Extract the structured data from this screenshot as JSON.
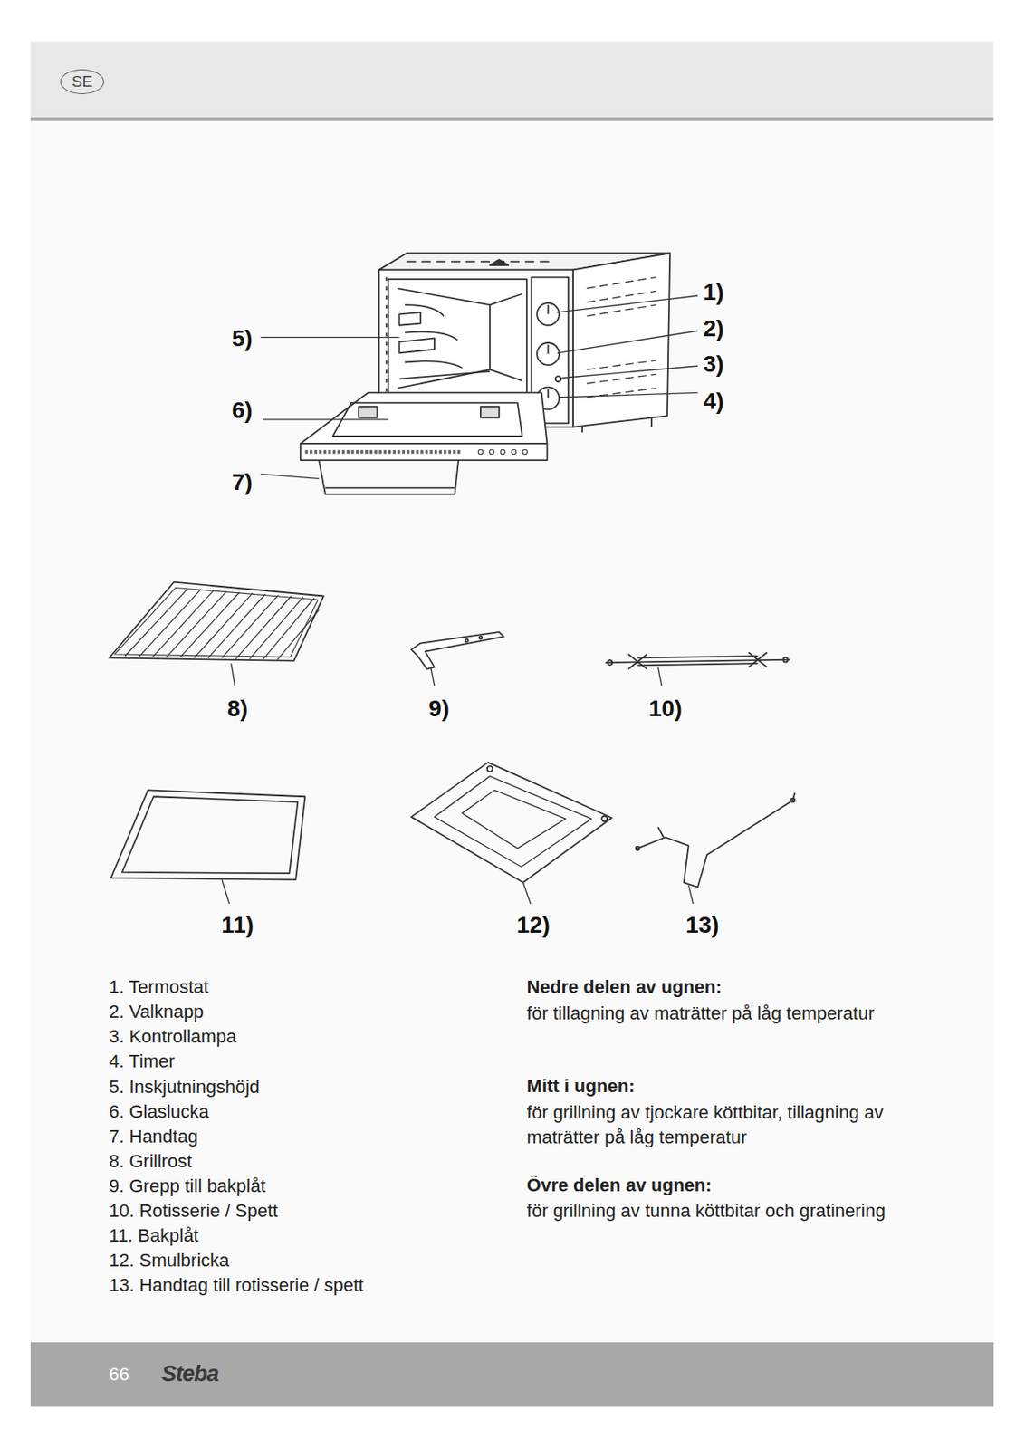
{
  "diagram": {
    "nodes": [
      {
        "text": [
          "SE"
        ]
      },
      {
        "text": [
          "66",
          "Steba"
        ]
      }
    ],
    "labels": [
      "1)",
      "2)",
      "3)",
      "4)",
      "5)",
      "6)",
      "7)",
      "8)",
      "9)",
      "10)",
      "11)",
      "12)",
      "13)",
      "1. Termostat",
      "2. Valknapp",
      "3. Kontrollampa",
      "4. Timer",
      "5. Inskjutningshöjd",
      "6. Glaslucka",
      "7. Handtag",
      "8. Grillrost",
      "9. Grepp till bakplåt",
      "10. Rotisserie / Spett",
      "11. Bakplåt",
      "12. Smulbricka",
      "13. Handtag till rotisserie / spett",
      "Nedre delen av ugnen:",
      "för tillagning av maträtter på låg temperatur",
      "Mitt i ugnen:",
      "för grillning av tjockare köttbitar, tillagning av maträtter på låg temperatur",
      "Övre delen av ugnen:",
      "för grillning av tunna köttbitar och gratinering"
    ]
  }
}
